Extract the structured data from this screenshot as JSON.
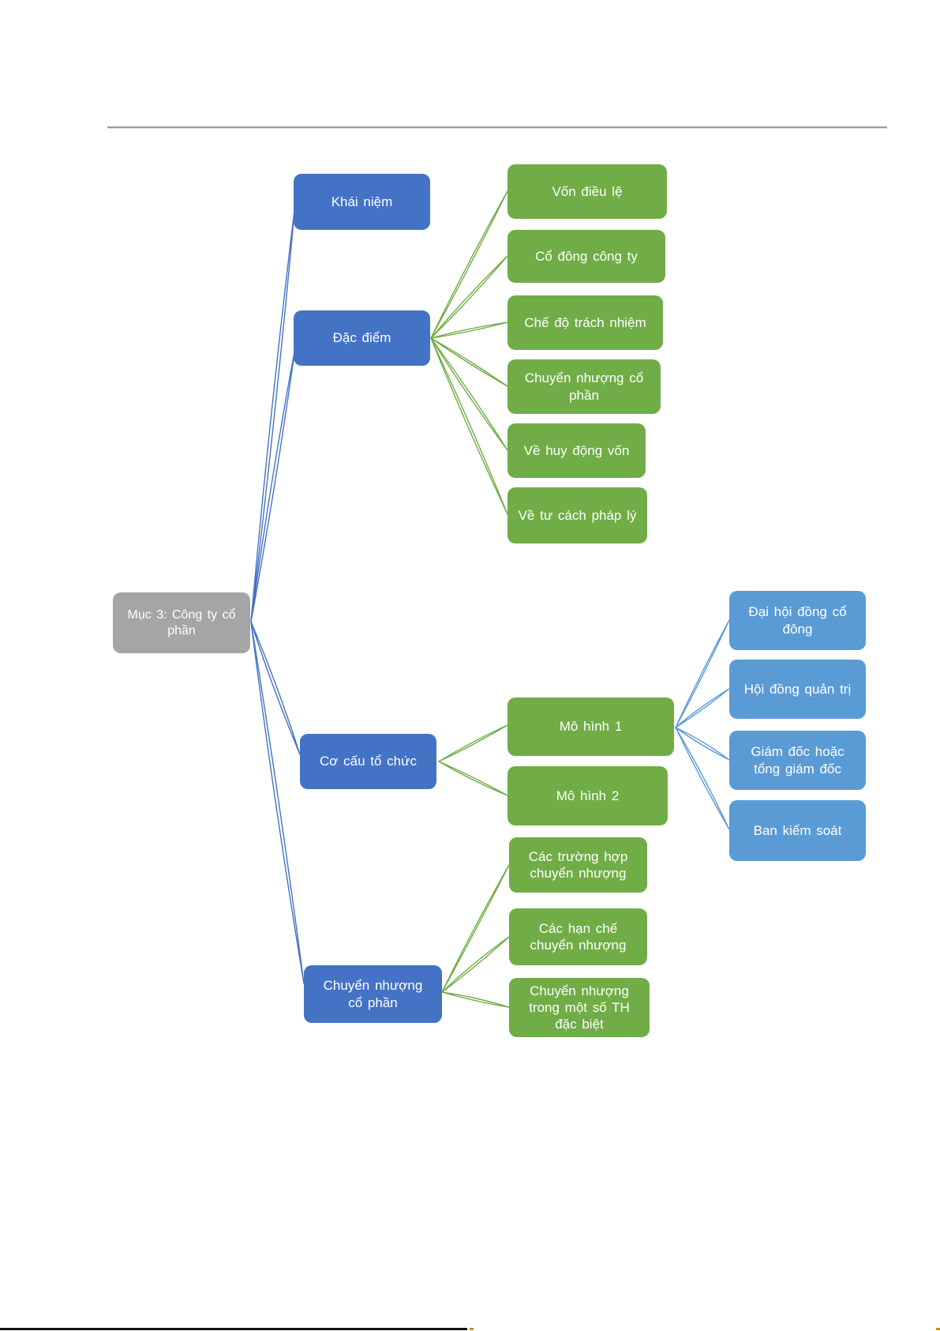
{
  "diagram": {
    "title": "Mục 3: Công ty cổ phần",
    "nodes": {
      "root": "Mục 3: Công ty cổ\nphần",
      "khai_niem": "Khái niệm",
      "dac_diem": "Đặc điểm",
      "co_cau_to_chuc": "Cơ cấu tổ chức",
      "chuyen_nhuong_co_phan": "Chuyển nhượng\ncổ phần",
      "von_dieu_le": "Vốn điều lệ",
      "co_dong_cong_ty": "Cổ đông công ty",
      "che_do_trach_nhiem": "Chế độ trách nhiệm",
      "chuyen_nhuong_co_phan_dd": "Chuyển nhượng cổ\nphần",
      "ve_huy_dong_von": "Về huy động vốn",
      "ve_tu_cach_phap_ly": "Về tư cách pháp lý",
      "mo_hinh_1": "Mô hình 1",
      "mo_hinh_2": "Mô hình 2",
      "dai_hoi_dong_co_dong": "Đại hội đồng cổ\nđông",
      "hoi_dong_quan_tri": "Hội đồng quản trị",
      "giam_doc_hoac_tong_giam_doc": "Giám đốc hoặc\ntổng giám đốc",
      "ban_kiem_soat": "Ban kiểm soát",
      "cac_truong_hop_chuyen_nhuong": "Các trường hợp\nchuyển nhượng",
      "cac_han_che_chuyen_nhuong": "Các hạn chế\nchuyển nhượng",
      "chuyen_nhuong_th_dac_biet": "Chuyển nhượng\ntrong một số TH\nđặc biệt"
    },
    "hierarchy": {
      "Mục 3: Công ty cổ phần": {
        "Khái niệm": [],
        "Đặc điểm": [
          "Vốn điều lệ",
          "Cổ đông công ty",
          "Chế độ trách nhiệm",
          "Chuyển nhượng cổ phần",
          "Về huy động vốn",
          "Về tư cách pháp lý"
        ],
        "Cơ cấu tổ chức": {
          "Mô hình 1": [
            "Đại hội đồng cổ đông",
            "Hội đồng quản trị",
            "Giám đốc hoặc tổng giám đốc",
            "Ban kiểm soát"
          ],
          "Mô hình 2": []
        },
        "Chuyển nhượng cổ phần": [
          "Các trường hợp chuyển nhượng",
          "Các hạn chế chuyển nhượng",
          "Chuyển nhượng trong một số TH đặc biệt"
        ]
      }
    },
    "colors": {
      "level1_blue": "#4472C4",
      "child_green": "#70AD47",
      "model_light_blue": "#5B9BD5",
      "root_gray": "#A5A5A5",
      "divider_gray": "#9D9D9D",
      "footer_black": "#111111",
      "footer_accent_orange": "#C8920A",
      "text_white": "#FFFFFF"
    }
  }
}
